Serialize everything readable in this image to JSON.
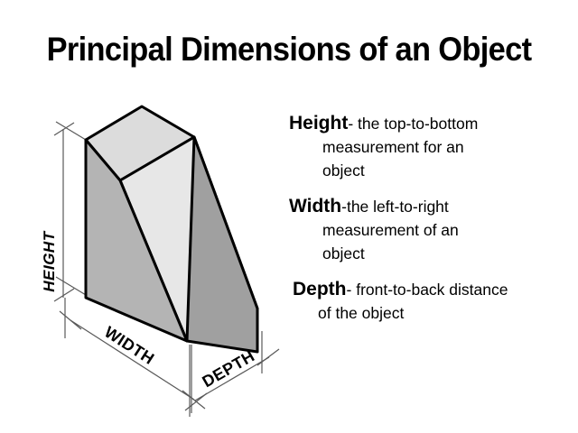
{
  "slide": {
    "title": "Principal Dimensions of an Object",
    "background_color": "#ffffff",
    "text_color": "#000000"
  },
  "definitions": [
    {
      "term": "Height",
      "separator": "-",
      "description_line1": "the top-to-bottom",
      "description_line2": "measurement for an",
      "description_line3": "object",
      "full_description": "the top-to-bottom measurement for an object"
    },
    {
      "term": "Width",
      "separator": "-",
      "description_line1": "the left-to-right",
      "description_line2": "measurement of an",
      "description_line3": "object",
      "full_description": "the left-to-right measurement of an object"
    },
    {
      "term": "Depth",
      "separator": "-",
      "description_line1": "front-to-back distance",
      "description_line2": "of the object",
      "description_line3": "",
      "full_description": "front-to-back distance of the object"
    }
  ],
  "drawing": {
    "labels": {
      "height": "HEIGHT",
      "width": "WIDTH",
      "depth": "DEPTH"
    },
    "colors": {
      "front_left_face": "#b4b4b4",
      "right_face": "#a0a0a0",
      "inclined_face": "#e7e7e7",
      "top_face": "#dcdcdc",
      "outline": "#000000",
      "dimension_line": "#595959"
    }
  }
}
